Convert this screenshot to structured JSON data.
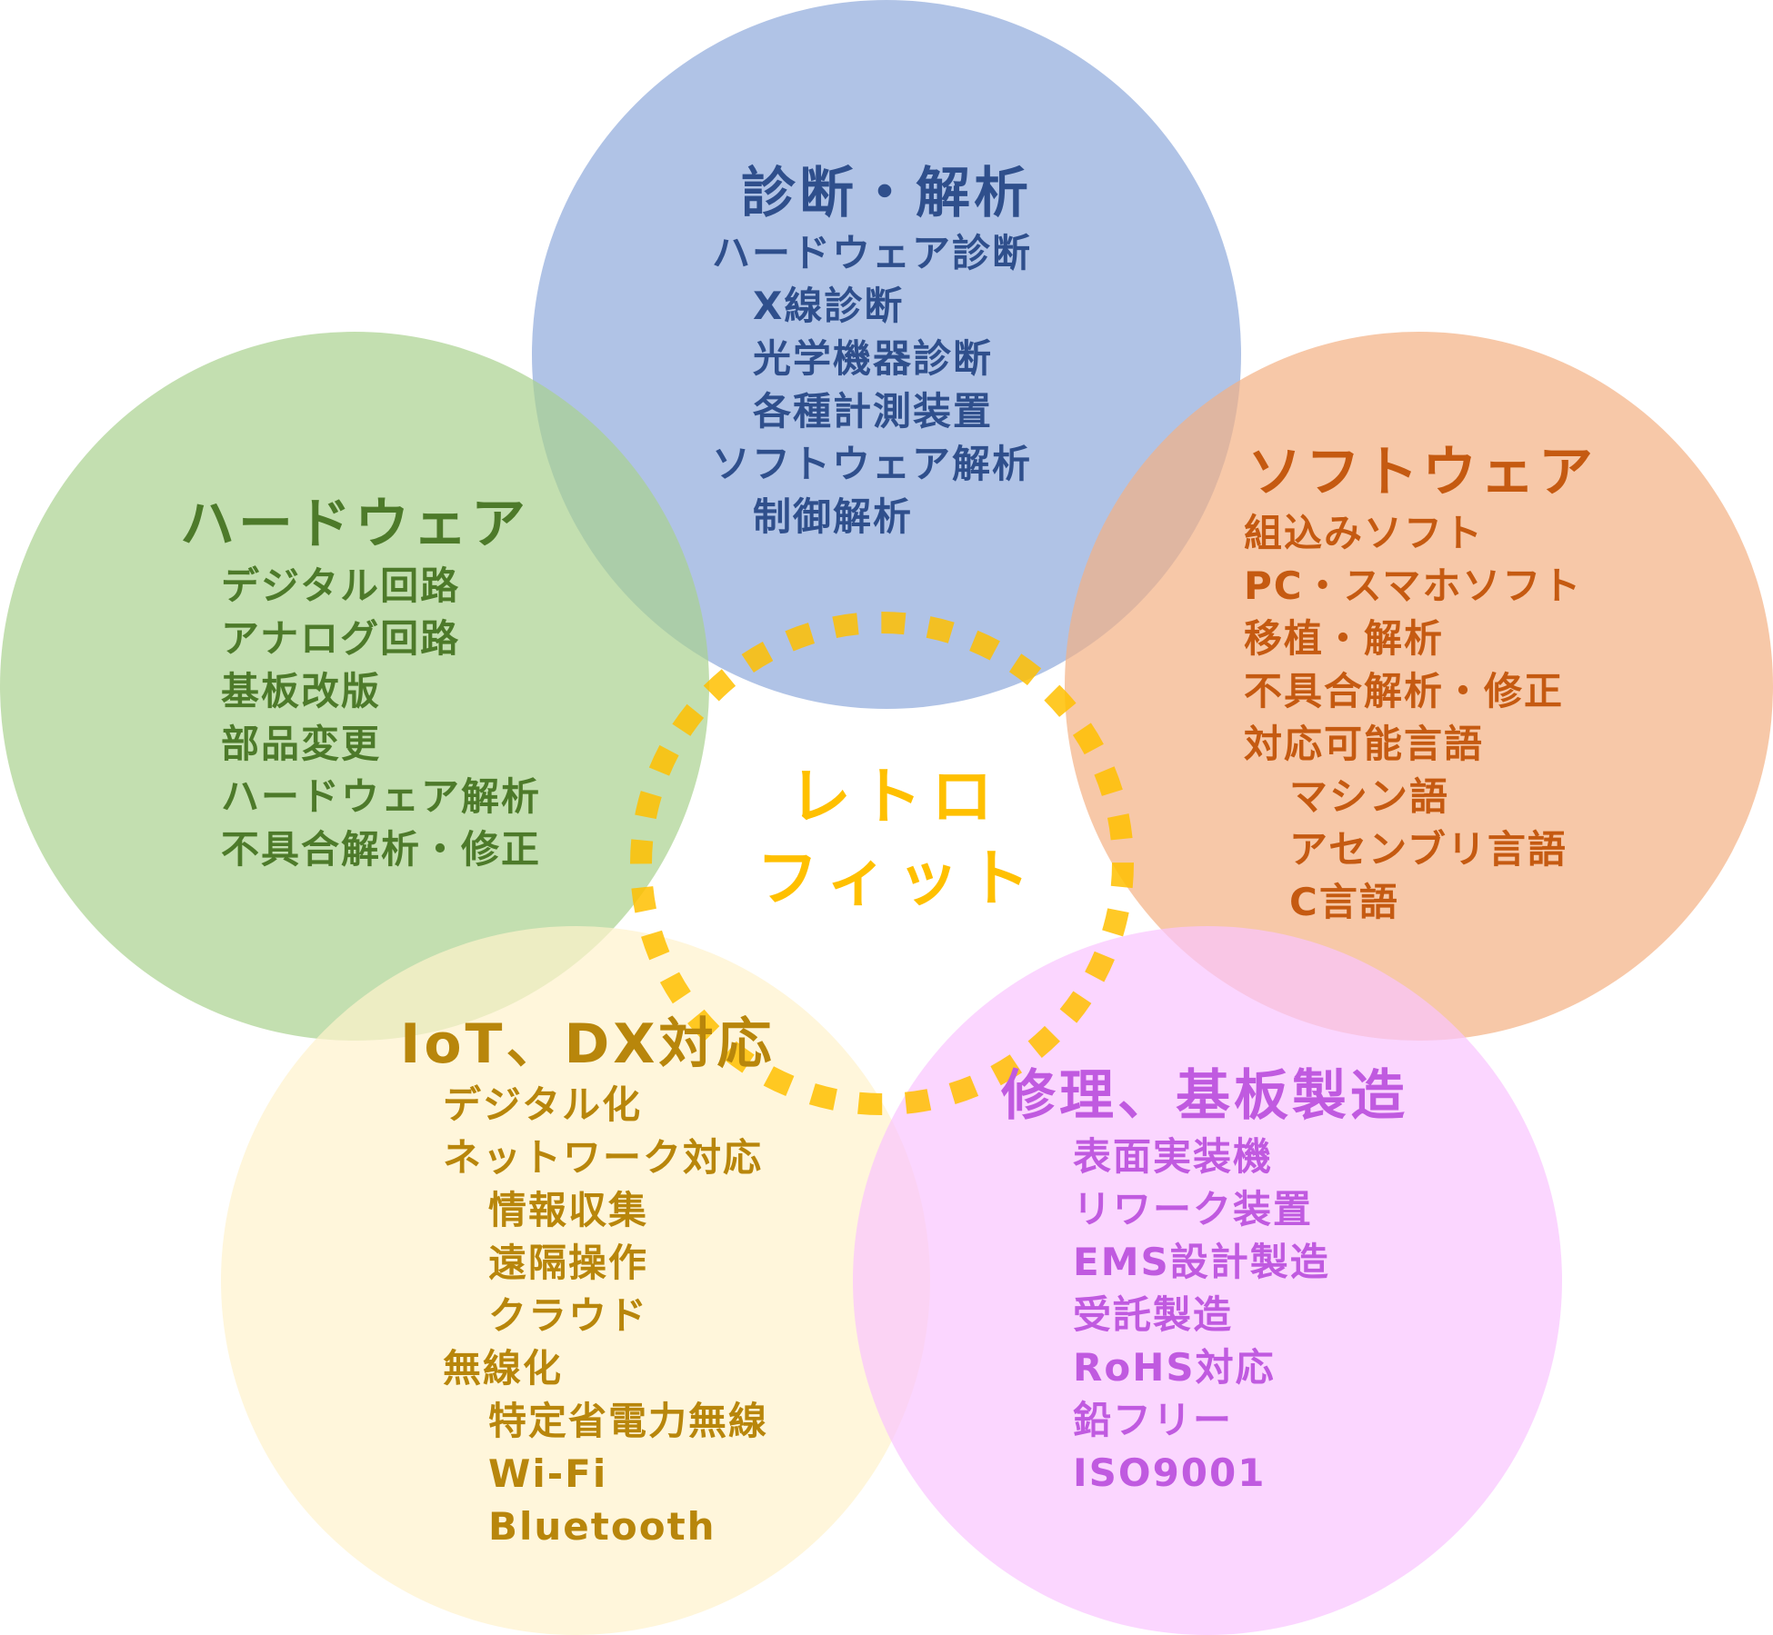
{
  "colors": {
    "diagnosis": "#2f4f8c",
    "hardware": "#4d7a2a",
    "software": "#c55a11",
    "iot": "#b8860b",
    "repair": "#c05ae0",
    "center": "#ffc000"
  },
  "center": {
    "line1": "レトロ",
    "line2": "フィット"
  },
  "diagnosis": {
    "title": "診断・解析",
    "items": [
      "ハードウェア診断",
      "X線診断",
      "光学機器診断",
      "各種計測装置",
      "ソフトウェア解析",
      "制御解析"
    ]
  },
  "hardware": {
    "title": "ハードウェア",
    "items": [
      "デジタル回路",
      "アナログ回路",
      "基板改版",
      "部品変更",
      "ハードウェア解析",
      "不具合解析・修正"
    ]
  },
  "software": {
    "title": "ソフトウェア",
    "items": [
      "組込みソフト",
      "PC・スマホソフト",
      "移植・解析",
      "不具合解析・修正",
      "対応可能言語",
      "マシン語",
      "アセンブリ言語",
      "C言語"
    ]
  },
  "iot": {
    "title": "IoT、DX対応",
    "items": [
      "デジタル化",
      "ネットワーク対応",
      "情報収集",
      "遠隔操作",
      "クラウド",
      "無線化",
      "特定省電力無線",
      "Wi-Fi",
      "Bluetooth"
    ]
  },
  "repair": {
    "title": "修理、基板製造",
    "items": [
      "表面実装機",
      "リワーク装置",
      "EMS設計製造",
      "受託製造",
      "RoHS対応",
      "鉛フリー",
      "ISO9001"
    ]
  }
}
